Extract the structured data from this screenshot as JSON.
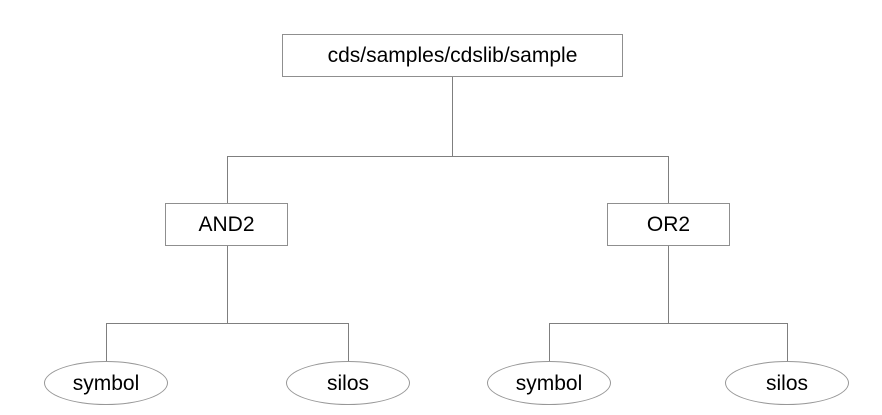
{
  "diagram": {
    "type": "tree",
    "background": "#ffffff",
    "line_color": "#7f7f7f",
    "border_color": "#8f8f8f",
    "text_color": "#000000",
    "nodes": {
      "root": {
        "label": "cds/samples/cdslib/sample",
        "shape": "rectangle"
      },
      "and2": {
        "label": "AND2",
        "shape": "rectangle"
      },
      "or2": {
        "label": "OR2",
        "shape": "rectangle"
      },
      "and2_symbol": {
        "label": "symbol",
        "shape": "ellipse"
      },
      "and2_silos": {
        "label": "silos",
        "shape": "ellipse"
      },
      "or2_symbol": {
        "label": "symbol",
        "shape": "ellipse"
      },
      "or2_silos": {
        "label": "silos",
        "shape": "ellipse"
      }
    },
    "edges": [
      {
        "from": "root",
        "to": "and2"
      },
      {
        "from": "root",
        "to": "or2"
      },
      {
        "from": "and2",
        "to": "and2_symbol"
      },
      {
        "from": "and2",
        "to": "and2_silos"
      },
      {
        "from": "or2",
        "to": "or2_symbol"
      },
      {
        "from": "or2",
        "to": "or2_silos"
      }
    ]
  }
}
